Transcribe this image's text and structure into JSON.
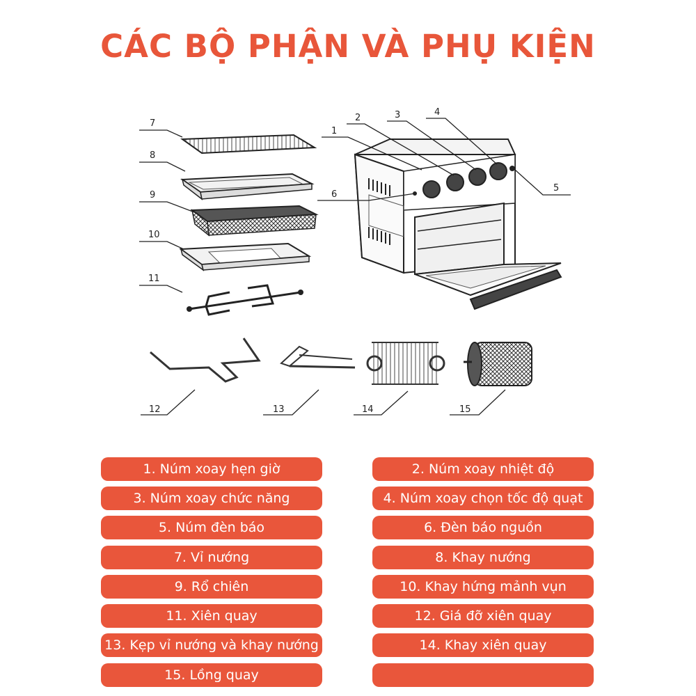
{
  "title": "CÁC BỘ PHẬN VÀ PHỤ KIỆN",
  "callouts": [
    "1",
    "2",
    "3",
    "4",
    "5",
    "6",
    "7",
    "8",
    "9",
    "10",
    "11",
    "12",
    "13",
    "14",
    "15"
  ],
  "legend": {
    "left": [
      "1. Núm xoay hẹn giờ",
      "3. Núm xoay chức năng",
      "5. Núm đèn báo",
      "7. Vỉ nướng",
      "9. Rổ chiên",
      "11. Xiên quay",
      "13. Kẹp vỉ nướng và khay nướng",
      "15. Lồng quay"
    ],
    "right": [
      "2. Núm xoay nhiệt độ",
      "4. Núm xoay chọn tốc độ quạt",
      "6. Đèn báo nguồn",
      "8. Khay nướng",
      "10. Khay hứng mảnh vụn",
      "12. Giá đỡ xiên quay",
      "14. Khay xiên quay",
      ""
    ]
  },
  "colors": {
    "accent": "#e9563b",
    "title": "#e8563a",
    "line": "#222222"
  }
}
